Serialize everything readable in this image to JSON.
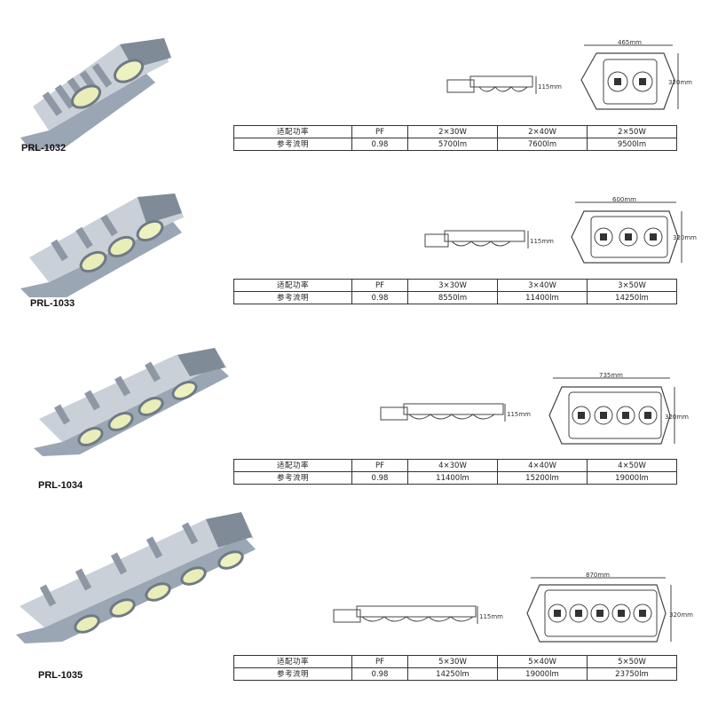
{
  "products": [
    {
      "model": "PRL-1032",
      "modules": 2,
      "dims": {
        "length": "465mm",
        "width": "320mm",
        "height": "115mm"
      },
      "table": {
        "row1": [
          "适配功率",
          "PF",
          "2×30W",
          "2×40W",
          "2×50W"
        ],
        "row2": [
          "参考流明",
          "0.98",
          "5700lm",
          "7600lm",
          "9500lm"
        ]
      }
    },
    {
      "model": "PRL-1033",
      "modules": 3,
      "dims": {
        "length": "600mm",
        "width": "320mm",
        "height": "115mm"
      },
      "table": {
        "row1": [
          "适配功率",
          "PF",
          "3×30W",
          "3×40W",
          "3×50W"
        ],
        "row2": [
          "参考流明",
          "0.98",
          "8550lm",
          "11400lm",
          "14250lm"
        ]
      }
    },
    {
      "model": "PRL-1034",
      "modules": 4,
      "dims": {
        "length": "735mm",
        "width": "320mm",
        "height": "115mm"
      },
      "table": {
        "row1": [
          "适配功率",
          "PF",
          "4×30W",
          "4×40W",
          "4×50W"
        ],
        "row2": [
          "参考流明",
          "0.98",
          "11400lm",
          "15200lm",
          "19000lm"
        ]
      }
    },
    {
      "model": "PRL-1035",
      "modules": 5,
      "dims": {
        "length": "870mm",
        "width": "320mm",
        "height": "115mm"
      },
      "table": {
        "row1": [
          "适配功率",
          "PF",
          "5×30W",
          "5×40W",
          "5×50W"
        ],
        "row2": [
          "参考流明",
          "0.98",
          "14250lm",
          "19000lm",
          "23750lm"
        ]
      }
    }
  ]
}
